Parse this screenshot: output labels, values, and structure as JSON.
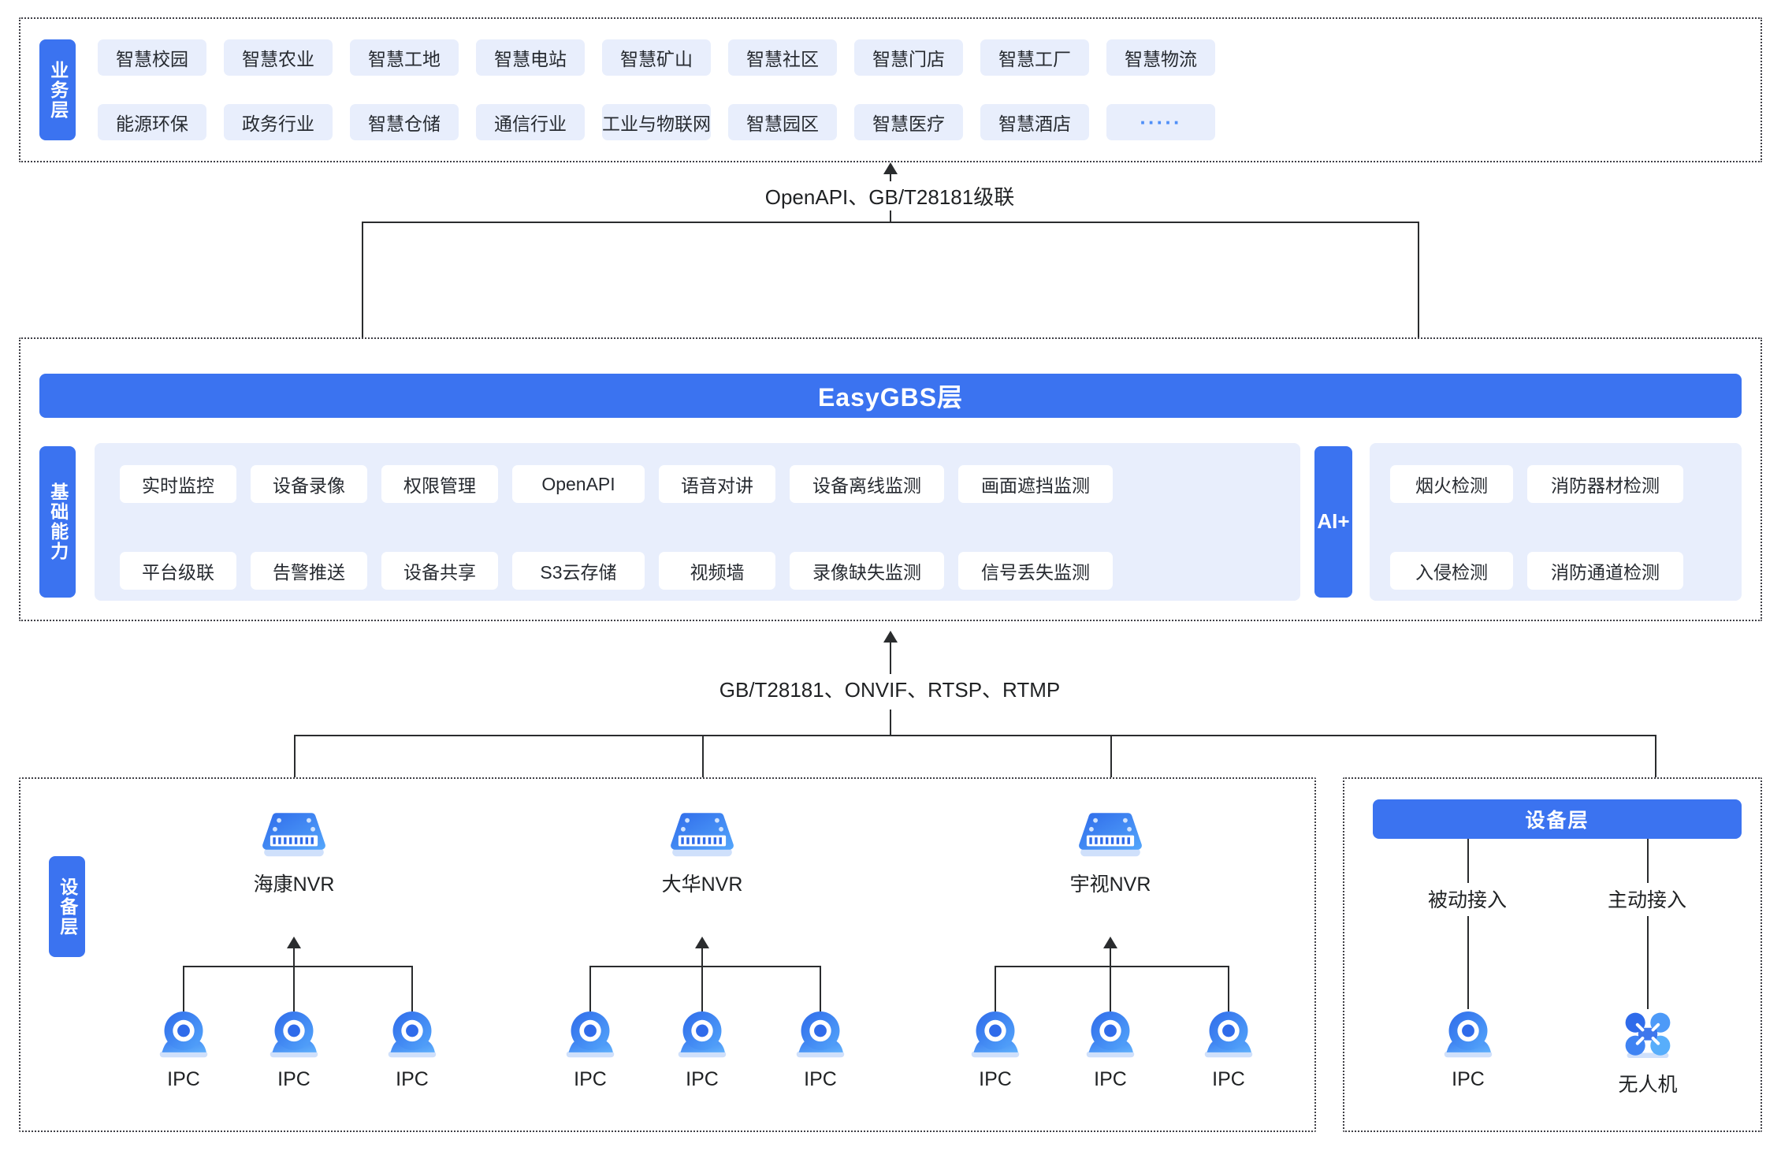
{
  "colors": {
    "brand_blue": "#3b73f0",
    "chip_bg": "#e8eefc",
    "line": "#2a2c2e",
    "text": "#262a30"
  },
  "business_layer": {
    "side_label": "业务层",
    "rows": [
      [
        "智慧校园",
        "智慧农业",
        "智慧工地",
        "智慧电站",
        "智慧矿山",
        "智慧社区",
        "智慧门店",
        "智慧工厂",
        "智慧物流"
      ],
      [
        "能源环保",
        "政务行业",
        "智慧仓储",
        "通信行业",
        "工业与物联网",
        "智慧园区",
        "智慧医疗",
        "智慧酒店",
        "·····"
      ]
    ]
  },
  "connector_top": {
    "label": "OpenAPI、GB/T28181级联"
  },
  "platform_layer": {
    "title": "EasyGBS层",
    "side_label": "基础能力",
    "capability_rows": [
      [
        "实时监控",
        "设备录像",
        "权限管理",
        "OpenAPI",
        "语音对讲",
        "设备离线监测",
        "画面遮挡监测"
      ],
      [
        "平台级联",
        "告警推送",
        "设备共享",
        "S3云存储",
        "视频墙",
        "录像缺失监测",
        "信号丢失监测"
      ]
    ],
    "ai": {
      "side_label": "AI+",
      "rows": [
        [
          "烟火检测",
          "消防器材检测"
        ],
        [
          "入侵检测",
          "消防通道检测"
        ]
      ]
    }
  },
  "connector_bottom": {
    "label": "GB/T28181、ONVIF、RTSP、RTMP"
  },
  "device_layer_left": {
    "side_label": "设备层",
    "groups": [
      {
        "nvr_label": "海康NVR",
        "nvr_icon": "nvr-icon",
        "cameras": [
          {
            "label": "IPC",
            "icon": "ipc-camera-icon"
          },
          {
            "label": "IPC",
            "icon": "ipc-camera-icon"
          },
          {
            "label": "IPC",
            "icon": "ipc-camera-icon"
          }
        ]
      },
      {
        "nvr_label": "大华NVR",
        "nvr_icon": "nvr-icon",
        "cameras": [
          {
            "label": "IPC",
            "icon": "ipc-camera-icon"
          },
          {
            "label": "IPC",
            "icon": "ipc-camera-icon"
          },
          {
            "label": "IPC",
            "icon": "ipc-camera-icon"
          }
        ]
      },
      {
        "nvr_label": "宇视NVR",
        "nvr_icon": "nvr-icon",
        "cameras": [
          {
            "label": "IPC",
            "icon": "ipc-camera-icon"
          },
          {
            "label": "IPC",
            "icon": "ipc-camera-icon"
          },
          {
            "label": "IPC",
            "icon": "ipc-camera-icon"
          }
        ]
      }
    ]
  },
  "device_layer_right": {
    "title": "设备层",
    "branches": [
      {
        "flow_label": "被动接入",
        "node_label": "IPC",
        "icon": "ipc-camera-icon"
      },
      {
        "flow_label": "主动接入",
        "node_label": "无人机",
        "icon": "drone-icon"
      }
    ]
  }
}
